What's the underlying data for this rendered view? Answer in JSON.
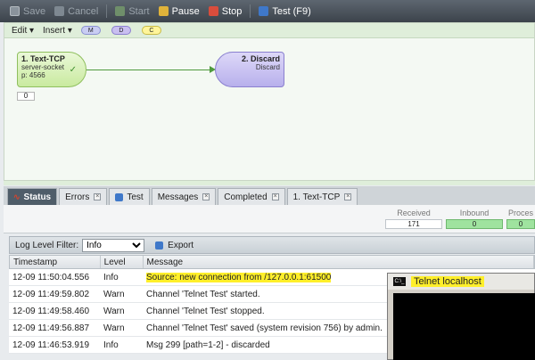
{
  "toolbar": {
    "save_label": "Save",
    "cancel_label": "Cancel",
    "start_label": "Start",
    "pause_label": "Pause",
    "stop_label": "Stop",
    "test_label": "Test (F9)"
  },
  "editor": {
    "menu": {
      "edit": "Edit ▾",
      "insert": "Insert ▾"
    },
    "pills": {
      "m": "M",
      "d": "D",
      "c": "C"
    },
    "node_a": {
      "title": "1. Text-TCP",
      "line1": "server-socket",
      "line2": "p: 4566",
      "check": "✓"
    },
    "node_b": {
      "title": "2. Discard",
      "line1": "Discard"
    },
    "counter": "0"
  },
  "tabs": [
    {
      "label": "Status"
    },
    {
      "label": "Errors"
    },
    {
      "label": "Test"
    },
    {
      "label": "Messages"
    },
    {
      "label": "Completed"
    },
    {
      "label": "1. Text-TCP"
    }
  ],
  "status": {
    "received_label": "Received",
    "received_value": "171",
    "inbound_label": "Inbound",
    "inbound_value": "0",
    "process_label": "Proces",
    "process_value": "0"
  },
  "log": {
    "filter_label": "Log Level Filter:",
    "filter_value": "Info",
    "export_label": "Export",
    "columns": [
      "Timestamp",
      "Level",
      "Message"
    ],
    "rows": [
      {
        "ts": "12-09 11:50:04.556",
        "level": "Info",
        "msg": "Source: new connection from /127.0.0.1:61500"
      },
      {
        "ts": "12-09 11:49:59.802",
        "level": "Warn",
        "msg": "Channel 'Telnet Test' started."
      },
      {
        "ts": "12-09 11:49:58.460",
        "level": "Warn",
        "msg": "Channel 'Telnet Test' stopped."
      },
      {
        "ts": "12-09 11:49:56.887",
        "level": "Warn",
        "msg": "Channel 'Telnet Test' saved (system revision 756) by admin."
      },
      {
        "ts": "12-09 11:46:53.919",
        "level": "Info",
        "msg": "Msg 299 [path=1-2] - discarded"
      }
    ]
  },
  "telnet": {
    "title": "Telnet localhost",
    "icon": "C:\\_"
  },
  "colors": {
    "highlight": "#ffef2a",
    "toolbar": "#4a525a",
    "active_tab": "#4f5d69"
  }
}
